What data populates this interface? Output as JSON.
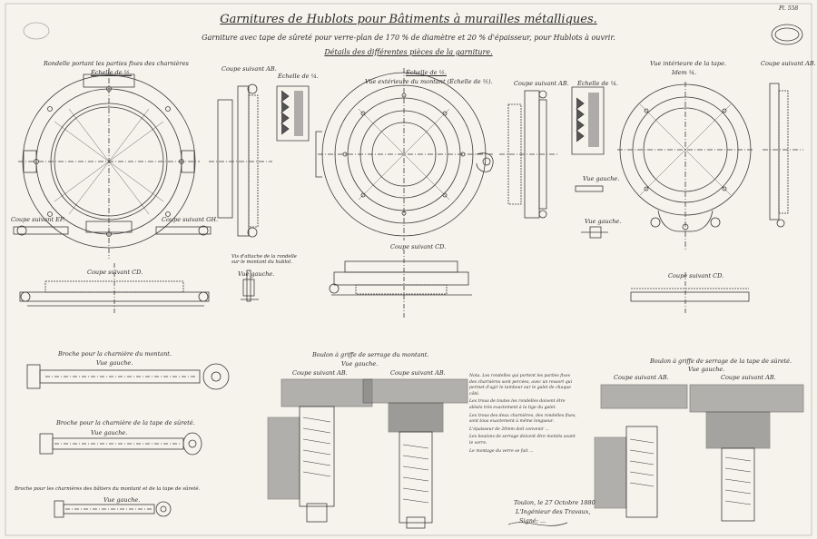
{
  "header": {
    "title": "Garnitures de Hublots pour Bâtiments à murailles métalliques.",
    "subtitle": "Garniture avec tape de sûreté pour verre-plan de 170 % de diamètre et 20 % d'épaisseur, pour Hublots à ouvrir.",
    "details": "Détails des différentes pièces de la garniture.",
    "corner_ref": "Pl. 558"
  },
  "views": {
    "rondelle": "Rondelle portant les parties fixes des charnières",
    "echelle_left": "Échelle de ½.",
    "coupe_ab_1": "Coupe suivant AB.",
    "echelle_q1": "Échelle de ¼.",
    "vue_ext": "Vue extérieure du montant (Échelle de ½).",
    "echelle_center": "Échelle de ½.",
    "coupe_ab_2": "Coupe suivant AB.",
    "echelle_q2": "Échelle de ¼.",
    "vue_int": "Vue intérieure de la tape.",
    "echelle_right": "Idem ¼.",
    "coupe_ab_3": "Coupe suivant AB.",
    "coupe_ef": "Coupe suivant EF.",
    "coupe_gh": "Coupe suivant GH.",
    "coupe_cd_1": "Coupe suivant CD.",
    "coupe_cd_2": "Coupe suivant CD.",
    "coupe_cd_3": "Coupe suivant CD.",
    "vue_gauche": "Vue gauche.",
    "vue_gauche_2": "Vue gauche.",
    "vis_attache": "Vis d'attache de la rondelle sur le montant du hublot.",
    "vue_gauche_3": "Vue gauche.",
    "broche_1": "Broche pour la charnière du montant.",
    "vue_gauche_4": "Vue gauche.",
    "broche_2": "Broche pour la charnière de la tape de sûreté.",
    "vue_gauche_5": "Vue gauche.",
    "broche_3": "Broche pour les charnières des bâtiers du montant et de la tape de sûreté.",
    "vue_gauche_6": "Vue gauche.",
    "boulon_1": "Boulon à griffe de serrage du montant.",
    "vue_gauche_7": "Vue gauche.",
    "coupe_ab_4": "Coupe suivant AB.",
    "coupe_ab_5": "Coupe suivant AB.",
    "boulon_2": "Boulon à griffe de serrage de la tape de sûreté.",
    "vue_gauche_8": "Vue gauche.",
    "coupe_ab_6": "Coupe suivant AB.",
    "coupe_ab_7": "Coupe suivant AB."
  },
  "notes": [
    "Nota. Les rondelles qui portent les parties fixes des charnières sont percées, avec un ressort qui permet d'agir le tambour sur le galet de chaque côté.",
    "Les trous de toutes les rondelles doivent être alésés très exactement à la tige du galet.",
    "Les trous des deux charnières, des rondelles fixes, sont tous exactement à même longueur.",
    "L'épaisseur de 20mm doit convenir ...",
    "Les boulons de serrage doivent être montés avant le verre.",
    "Le montage du verre se fait ..."
  ],
  "signature": {
    "place_date": "Toulon, le 27 Octobre 1880",
    "role": "L'Ingénieur des Travaux,",
    "name": "Signé: ..."
  }
}
